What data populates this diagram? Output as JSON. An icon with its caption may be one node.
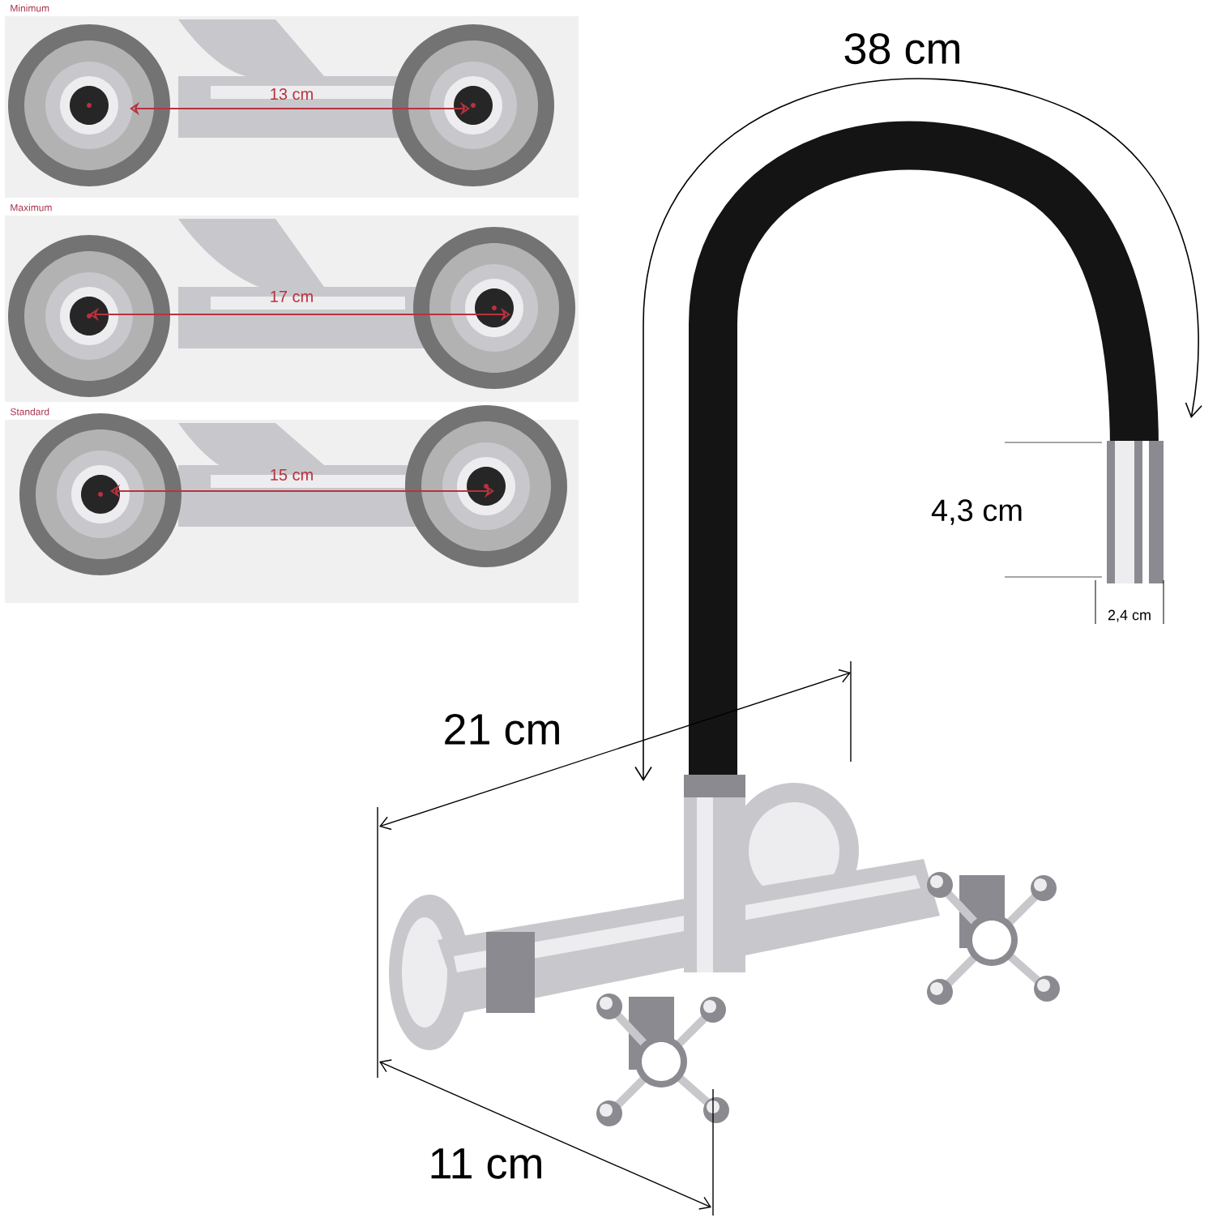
{
  "diagram": {
    "labels": [
      "Minimum",
      "13 cm",
      "Maximum",
      "17 cm",
      "Standard",
      "15 cm",
      "38 cm",
      "4,3 cm",
      "2,4 cm",
      "21 cm",
      "11 cm"
    ]
  }
}
